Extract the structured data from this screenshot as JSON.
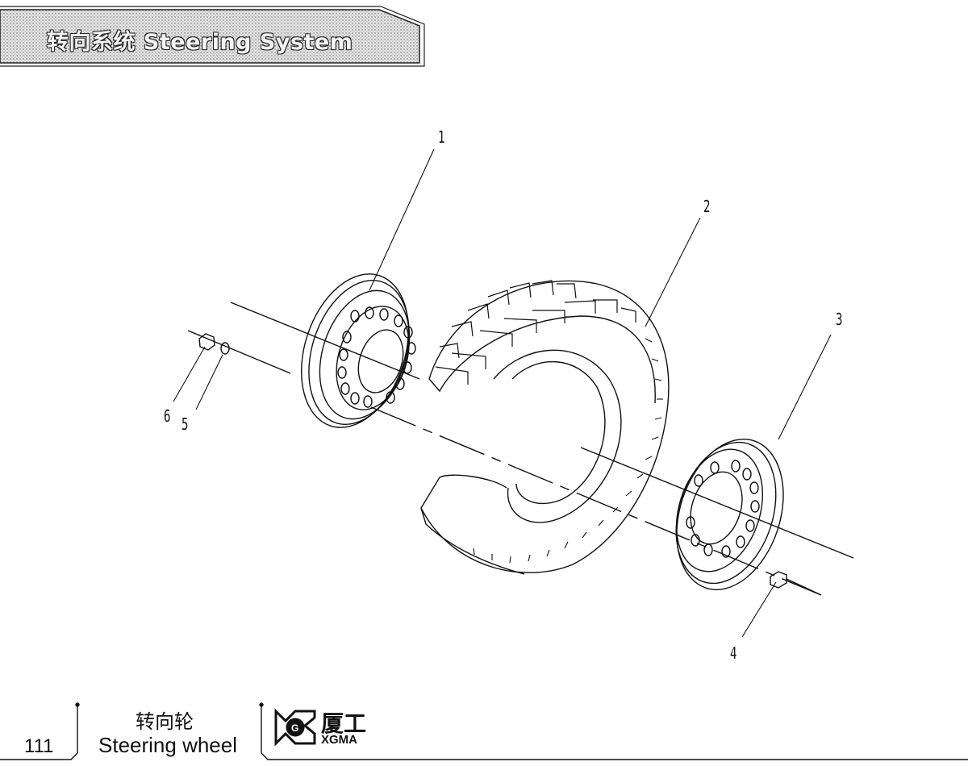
{
  "header": {
    "section_title": "转向系统  Steering System"
  },
  "diagram": {
    "callouts": [
      "1",
      "2",
      "3",
      "4",
      "5",
      "6"
    ]
  },
  "footer": {
    "page_number": "111",
    "caption_cn": "转向轮",
    "caption_en": "Steering wheel",
    "brand_cn": "厦工",
    "brand_en": "XGMA"
  },
  "colors": {
    "line": "#111111",
    "banner_fill": "#d9d9d9"
  }
}
